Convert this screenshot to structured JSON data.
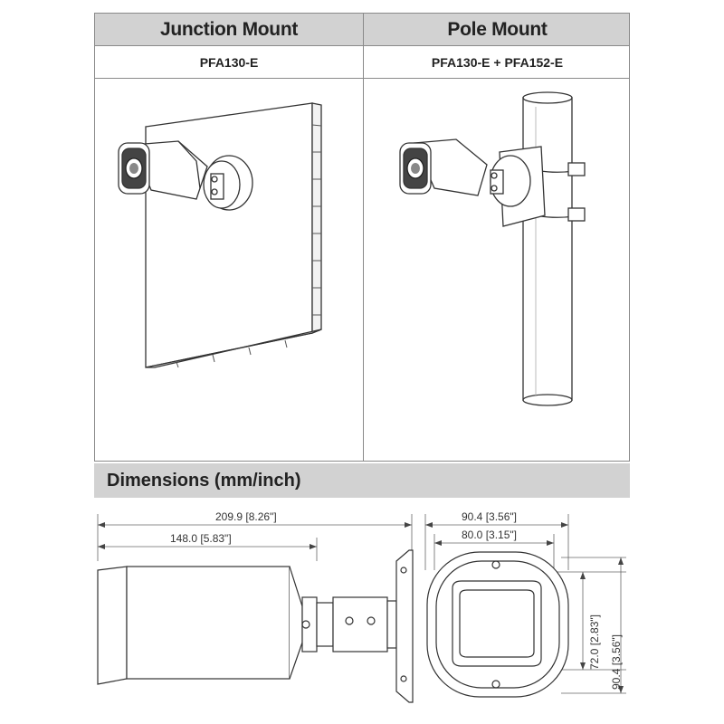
{
  "mount_table": {
    "columns": [
      {
        "title": "Junction Mount",
        "model": "PFA130-E"
      },
      {
        "title": "Pole Mount",
        "model": "PFA130-E + PFA152-E"
      }
    ]
  },
  "dimensions": {
    "title": "Dimensions (mm/inch)",
    "side_view": {
      "total_length": "209.9 [8.26\"]",
      "body_length": "148.0 [5.83\"]"
    },
    "front_view": {
      "outer_width": "90.4 [3.56\"]",
      "inner_width": "80.0 [3.15\"]",
      "inner_height": "72.0 [2.83\"]",
      "outer_height": "90.4 [3.56\"]"
    }
  }
}
